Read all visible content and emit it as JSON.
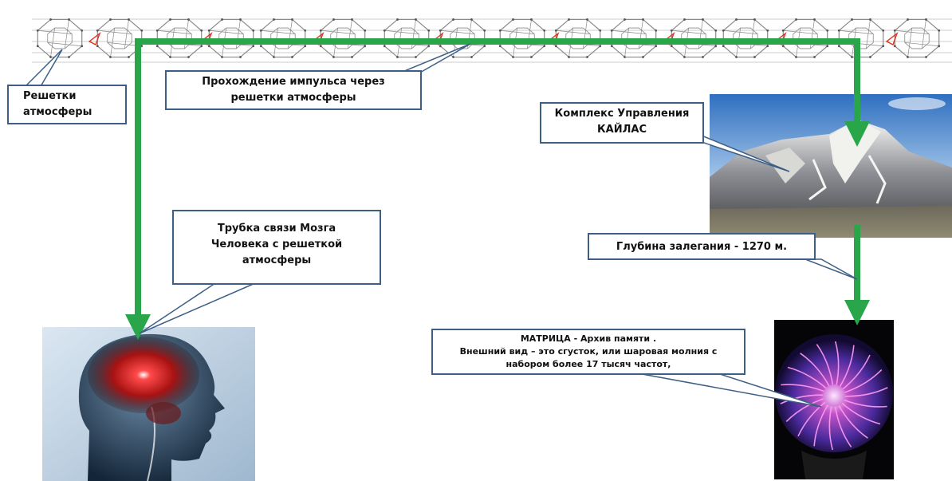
{
  "labels": {
    "lattice": [
      "Решетки",
      "атмосферы"
    ],
    "impulse": [
      "Прохождение импульса через",
      "решетки атмосферы"
    ],
    "kailas": [
      "Комплекс Управления",
      "КАЙЛАС"
    ],
    "tube": [
      "Трубка связи Мозга",
      "Человека  с решеткой",
      "атмосферы"
    ],
    "depth": "Глубина залегания -  1270 м.",
    "matrix": [
      "МАТРИЦА -  Архив памяти .",
      "Внешний вид – это сгусток, или шаровая молния с",
      "набором более 17 тысяч частот,"
    ]
  },
  "colors": {
    "arrow": "#2aa64a",
    "callout_border": "#3d5f86",
    "lattice_line": "#8a8a8a",
    "lattice_accent": "#e0301e",
    "brain_glow": "#ff2a2a",
    "plasma": "#d05ad8"
  },
  "icons": {
    "lattice": "crystal-lattice-strip",
    "mountain": "mount-kailas-photo",
    "head": "human-head-brain-photo",
    "plasma": "plasma-ball-photo"
  }
}
